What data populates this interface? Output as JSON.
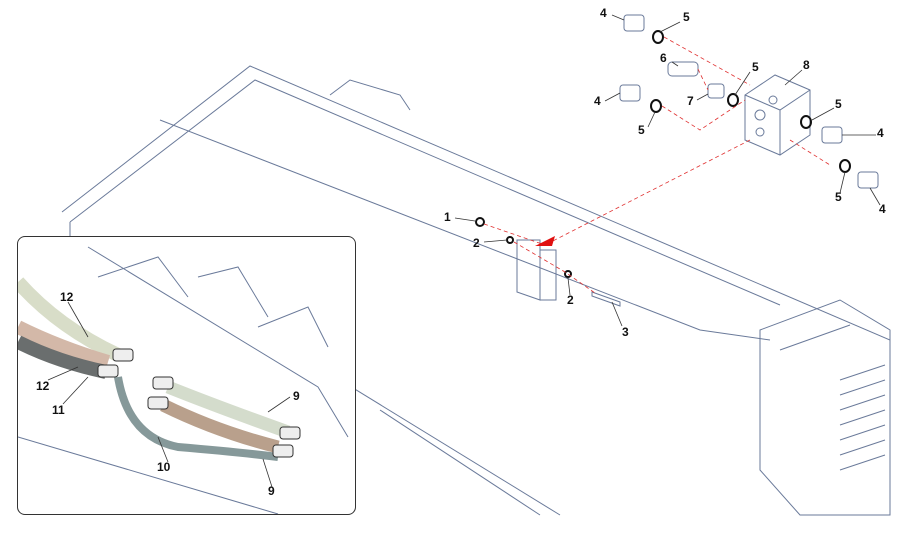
{
  "callouts": {
    "c4a": "4",
    "c5a": "5",
    "c6": "6",
    "c5b": "5",
    "c8": "8",
    "c4b": "4",
    "c7": "7",
    "c5c": "5",
    "c5d": "5",
    "c4c": "4",
    "c5e": "5",
    "c4d": "4",
    "c1": "1",
    "c2a": "2",
    "c2b": "2",
    "c3": "3"
  },
  "inset": {
    "c12a": "12",
    "c12b": "12",
    "c11": "11",
    "c10": "10",
    "c9a": "9",
    "c9b": "9"
  },
  "colors": {
    "line": "#6a7a9a",
    "leader": "#e03030",
    "arrow": "#e01010"
  }
}
